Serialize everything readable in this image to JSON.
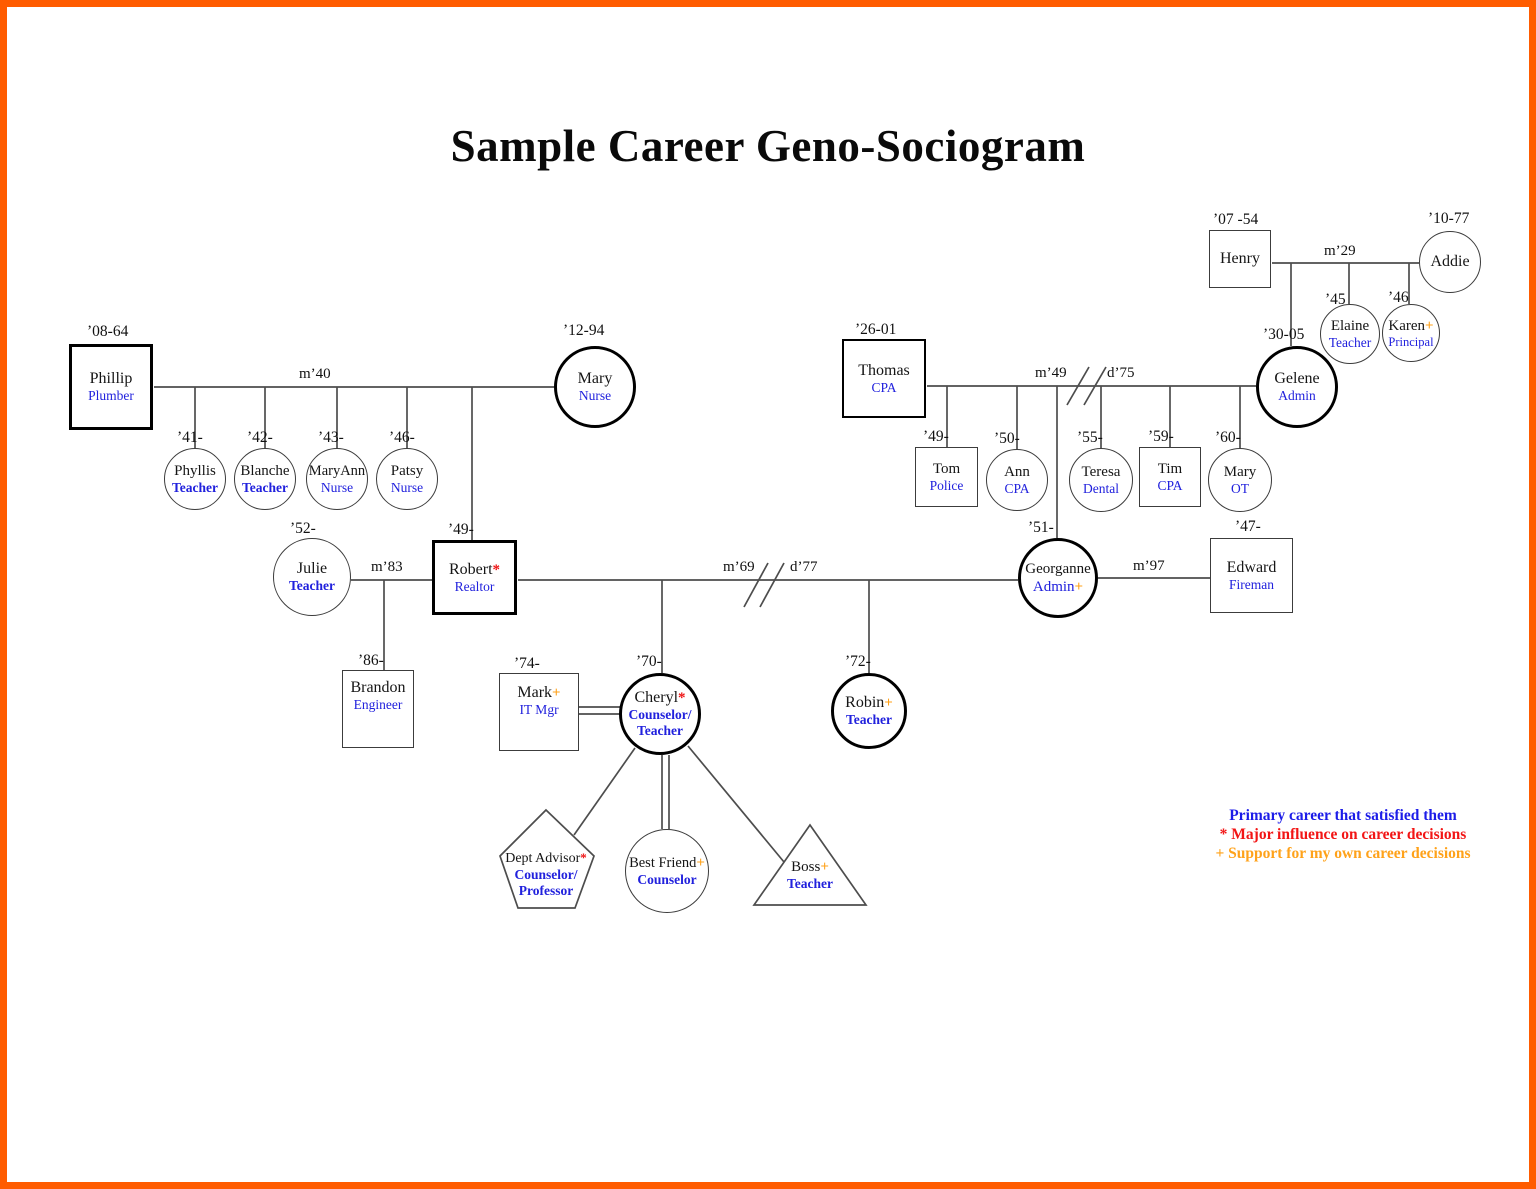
{
  "page": {
    "title": "Sample Career Geno-Sociogram"
  },
  "colors": {
    "frame_orange": "#ff5c00",
    "career_blue": "#2121dd",
    "influence_red": "#ee1111",
    "support_orange": "#ffa21a"
  },
  "unions": {
    "henry_addie": {
      "married": "m’29"
    },
    "phillip_mary": {
      "married": "m’40"
    },
    "thomas_gelene": {
      "married": "m’49",
      "divorced": "d’75"
    },
    "julie_robert": {
      "married": "m’83"
    },
    "robert_georganne": {
      "married": "m’69",
      "divorced": "d’77"
    },
    "georganne_edward": {
      "married": "m’97"
    }
  },
  "nodes": {
    "henry": {
      "year": "’07 -54",
      "name": "Henry"
    },
    "addie": {
      "year": "’10-77",
      "name": "Addie"
    },
    "elaine": {
      "year": "’45",
      "name": "Elaine",
      "career": "Teacher"
    },
    "karen": {
      "year": "’46",
      "name": "Karen",
      "flag": "+",
      "career": "Principal"
    },
    "gelene": {
      "year": "’30-05",
      "name": "Gelene",
      "career": "Admin"
    },
    "phillip": {
      "year": "’08-64",
      "name": "Phillip",
      "career": "Plumber"
    },
    "mary_sr": {
      "year": "’12-94",
      "name": "Mary",
      "career": "Nurse"
    },
    "thomas": {
      "year": "’26-01",
      "name": "Thomas",
      "career": "CPA"
    },
    "phyllis": {
      "year": "’41-",
      "name": "Phyllis",
      "career": "Teacher"
    },
    "blanche": {
      "year": "’42-",
      "name": "Blanche",
      "career": "Teacher"
    },
    "maryann": {
      "year": "’43-",
      "name": "MaryAnn",
      "career": "Nurse"
    },
    "patsy": {
      "year": "’46-",
      "name": "Patsy",
      "career": "Nurse"
    },
    "tom": {
      "year": "’49-",
      "name": "Tom",
      "career": "Police"
    },
    "ann": {
      "year": "’50-",
      "name": "Ann",
      "career": "CPA"
    },
    "teresa": {
      "year": "’55-",
      "name": "Teresa",
      "career": "Dental"
    },
    "tim": {
      "year": "’59-",
      "name": "Tim",
      "career": "CPA"
    },
    "mary_ot": {
      "year": "’60-",
      "name": "Mary",
      "career": "OT"
    },
    "julie": {
      "year": "’52-",
      "name": "Julie",
      "career": "Teacher"
    },
    "robert": {
      "year": "’49-",
      "name": "Robert",
      "flag": "*",
      "career": "Realtor"
    },
    "georganne": {
      "year": "’51-",
      "name": "Georganne",
      "career": "Admin",
      "career_flag": "+"
    },
    "edward": {
      "year": "’47-",
      "name": "Edward",
      "career": "Fireman"
    },
    "brandon": {
      "year": "’86-",
      "name": "Brandon",
      "career": "Engineer"
    },
    "mark": {
      "year": "’74-",
      "name": "Mark",
      "flag": "+",
      "career": "IT Mgr"
    },
    "cheryl": {
      "year": "’70-",
      "name": "Cheryl",
      "flag": "*",
      "career": "Counselor/",
      "career2": "Teacher"
    },
    "robin": {
      "year": "’72-",
      "name": "Robin",
      "flag": "+",
      "career": "Teacher"
    },
    "dept_advisor": {
      "name": "Dept Advisor",
      "flag": "*",
      "career": "Counselor/",
      "career2": "Professor"
    },
    "best_friend": {
      "name": "Best Friend",
      "flag": "+",
      "career": "Counselor"
    },
    "boss": {
      "name": "Boss",
      "flag": "+",
      "career": "Teacher"
    }
  },
  "legend": {
    "line1": "Primary career that satisfied them",
    "line2_symbol": "*",
    "line2_text": " Major influence on career decisions",
    "line3_symbol": "+",
    "line3_text": " Support for my own career decisions"
  }
}
